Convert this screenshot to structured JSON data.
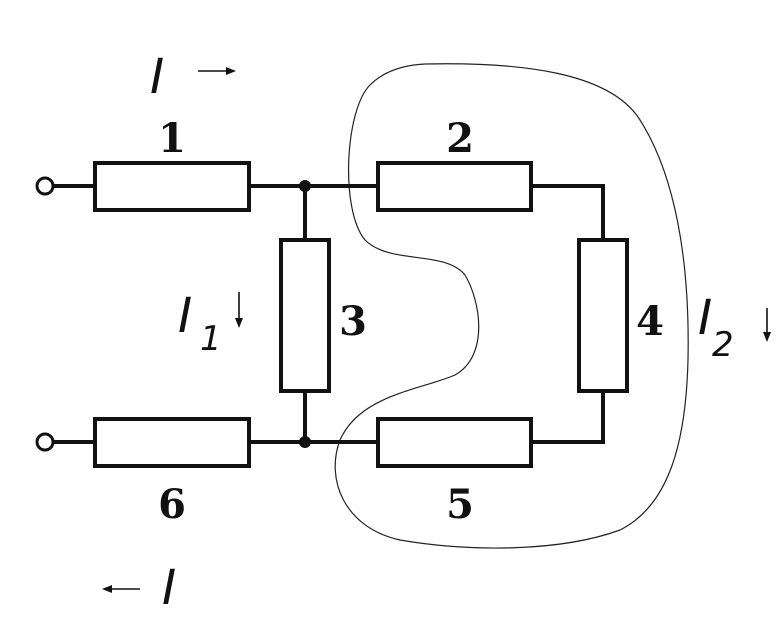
{
  "resistors": {
    "r1": "1",
    "r2": "2",
    "r3": "3",
    "r4": "4",
    "r5": "5",
    "r6": "6"
  },
  "currents": {
    "total": "I",
    "total_return": "I",
    "i1_letter": "I",
    "i1_sub": "1",
    "i2_letter": "I",
    "i2_sub": "2"
  }
}
